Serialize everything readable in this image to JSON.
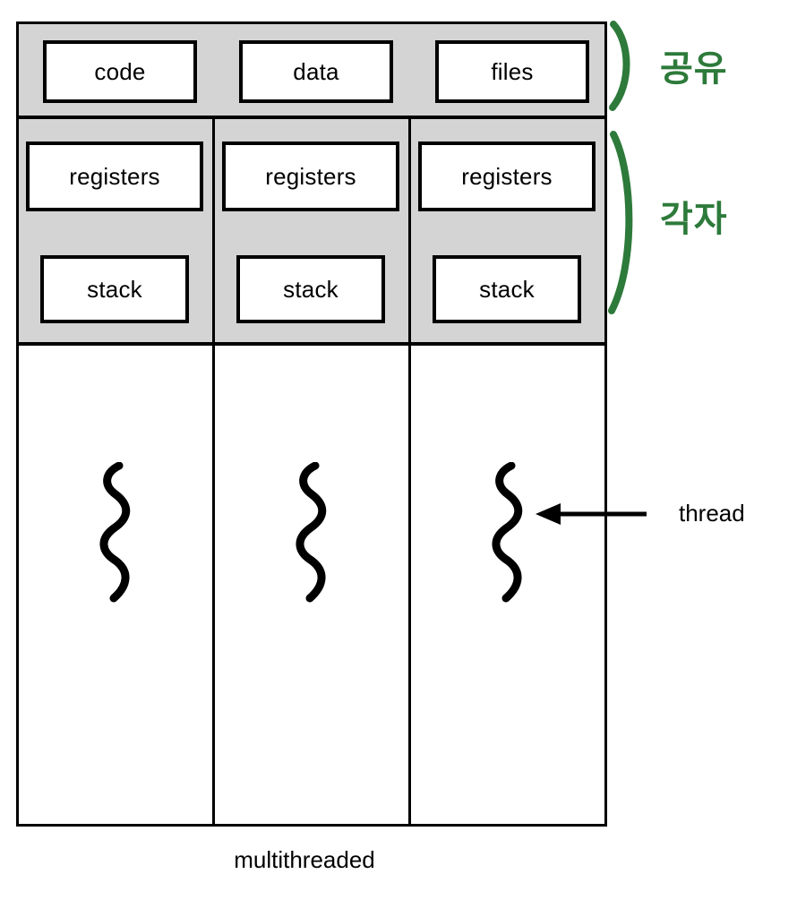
{
  "diagram": {
    "caption": "multithreaded",
    "shared_row": {
      "cells": [
        "code",
        "data",
        "files"
      ]
    },
    "per_thread_rows": {
      "registers_label": "registers",
      "stack_label": "stack",
      "columns": [
        {
          "registers": "registers",
          "stack": "stack"
        },
        {
          "registers": "registers",
          "stack": "stack"
        },
        {
          "registers": "registers",
          "stack": "stack"
        }
      ]
    },
    "thread_columns_count": 3,
    "annotations": {
      "thread_callout": "thread",
      "shared_korean": "공유",
      "private_korean": "각자"
    },
    "colors": {
      "annotation_green": "#2d7a3a",
      "band_gray": "#d4d4d4",
      "outline_black": "#000000",
      "cell_white": "#ffffff"
    }
  }
}
